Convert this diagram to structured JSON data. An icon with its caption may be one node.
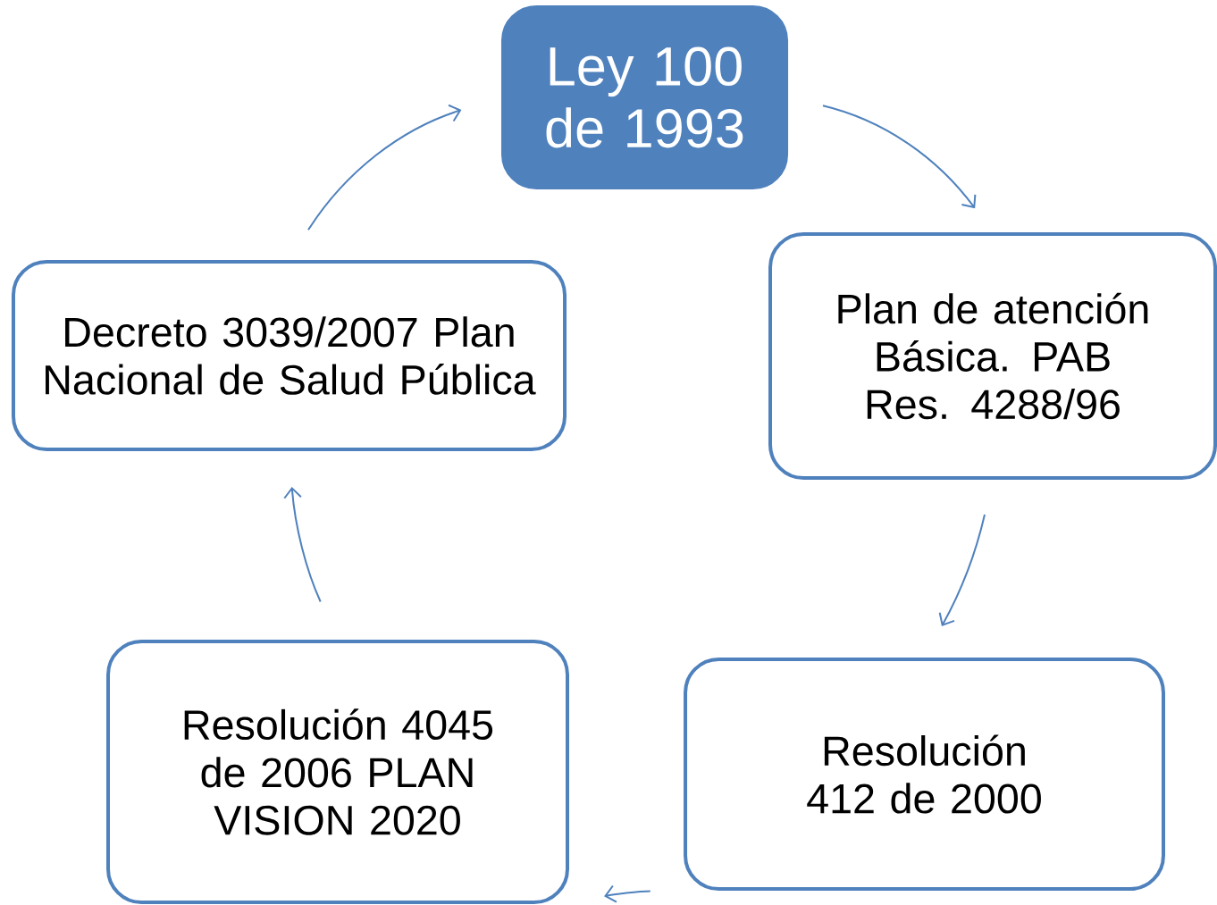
{
  "diagram": {
    "nodes": [
      {
        "text": [
          "Ley 100 de 1993"
        ]
      },
      {
        "text": [
          "Plan de atención Básica. PAB Res. 4288/96"
        ]
      },
      {
        "text": [
          "Resolución 412 de 2000"
        ]
      },
      {
        "text": [
          "Resolución 4045 de 2006 PLAN VISION 2020"
        ]
      },
      {
        "text": [
          "Decreto 3039/2007 Plan Nacional de Salud Pública"
        ]
      }
    ],
    "edges": [
      {
        "from": 0,
        "to": 1,
        "arrow": "to"
      },
      {
        "from": 1,
        "to": 2,
        "arrow": "to"
      },
      {
        "from": 2,
        "to": 3,
        "arrow": "to"
      },
      {
        "from": 3,
        "to": 4,
        "arrow": "to"
      },
      {
        "from": 4,
        "to": 0,
        "arrow": "to"
      }
    ]
  }
}
